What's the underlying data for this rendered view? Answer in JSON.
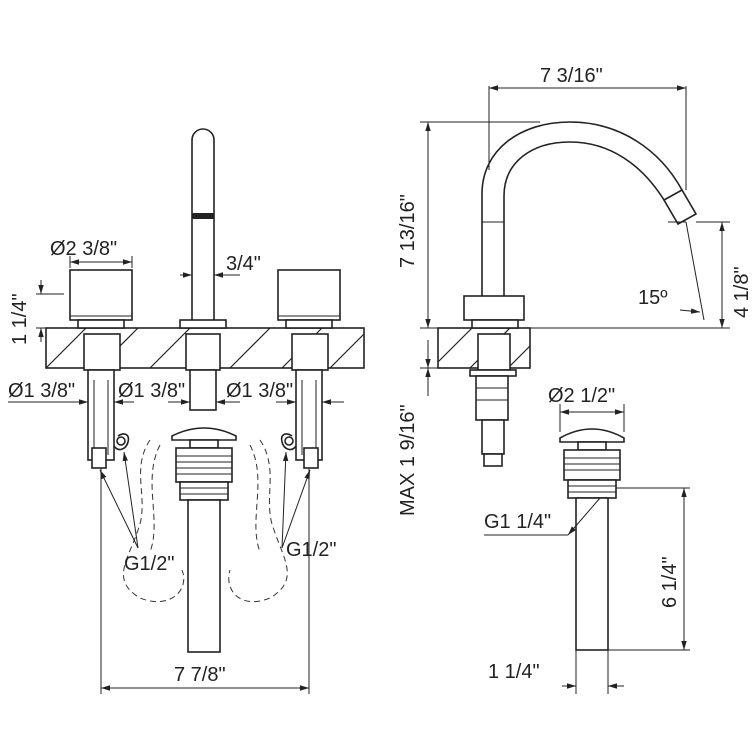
{
  "front_view": {
    "dim_spout_stem": "3/4\"",
    "dim_handle_diameter": "Ø2 3/8\"",
    "dim_handle_height": "1 1/4\"",
    "dim_shank_left": "Ø1 3/8\"",
    "dim_shank_center": "Ø1 3/8\"",
    "dim_shank_right": "Ø1 3/8\"",
    "dim_connection_left": "G1/2\"",
    "dim_connection_right": "G1/2\"",
    "dim_overall_width": "7 7/8\""
  },
  "side_view": {
    "dim_spout_reach": "7 3/16\"",
    "dim_spout_height": "7 13/16\"",
    "dim_outlet_height": "4 1/8\"",
    "dim_angle": "15º",
    "dim_max_deck": "MAX 1 9/16\""
  },
  "drain_view": {
    "dim_cap_diameter": "Ø2 1/2\"",
    "dim_thread": "G1 1/4\"",
    "dim_length": "6 1/4\"",
    "dim_tail_width": "1 1/4\""
  }
}
